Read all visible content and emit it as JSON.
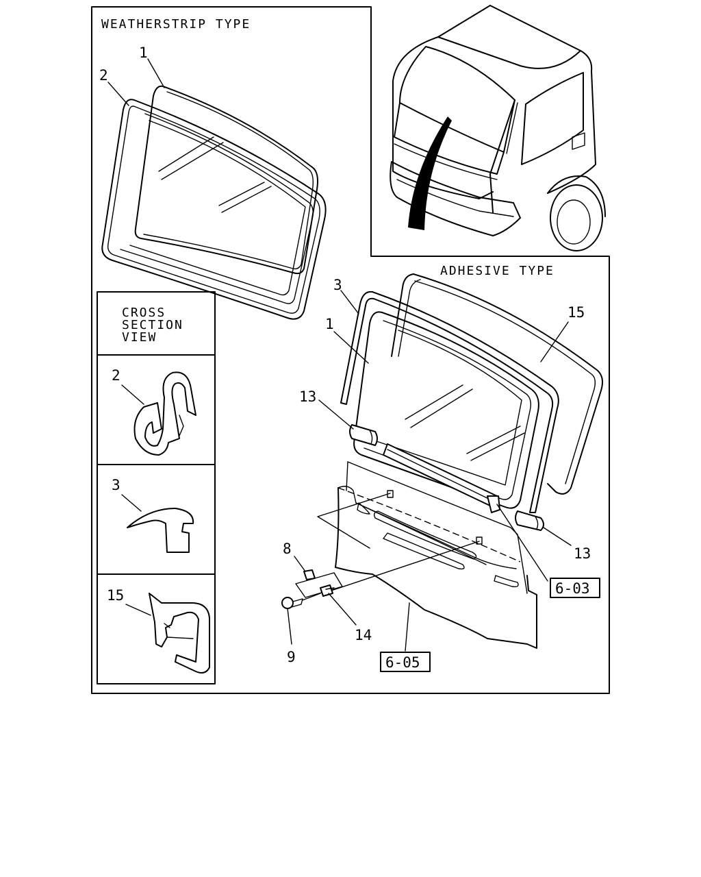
{
  "headers": {
    "weatherstrip": "WEATHERSTRIP TYPE",
    "adhesive": "ADHESIVE TYPE"
  },
  "cross_section": {
    "line1": "CROSS",
    "line2": "SECTION",
    "line3": "VIEW",
    "panels": [
      "2",
      "3",
      "15"
    ]
  },
  "callouts": {
    "ws_1": "1",
    "ws_2": "2",
    "ad_3": "3",
    "ad_1": "1",
    "ad_15": "15",
    "ad_13_left": "13",
    "ad_13_right": "13",
    "ad_8": "8",
    "ad_9": "9",
    "ad_14": "14"
  },
  "references": {
    "ref_603": "6-03",
    "ref_605": "6-05"
  }
}
